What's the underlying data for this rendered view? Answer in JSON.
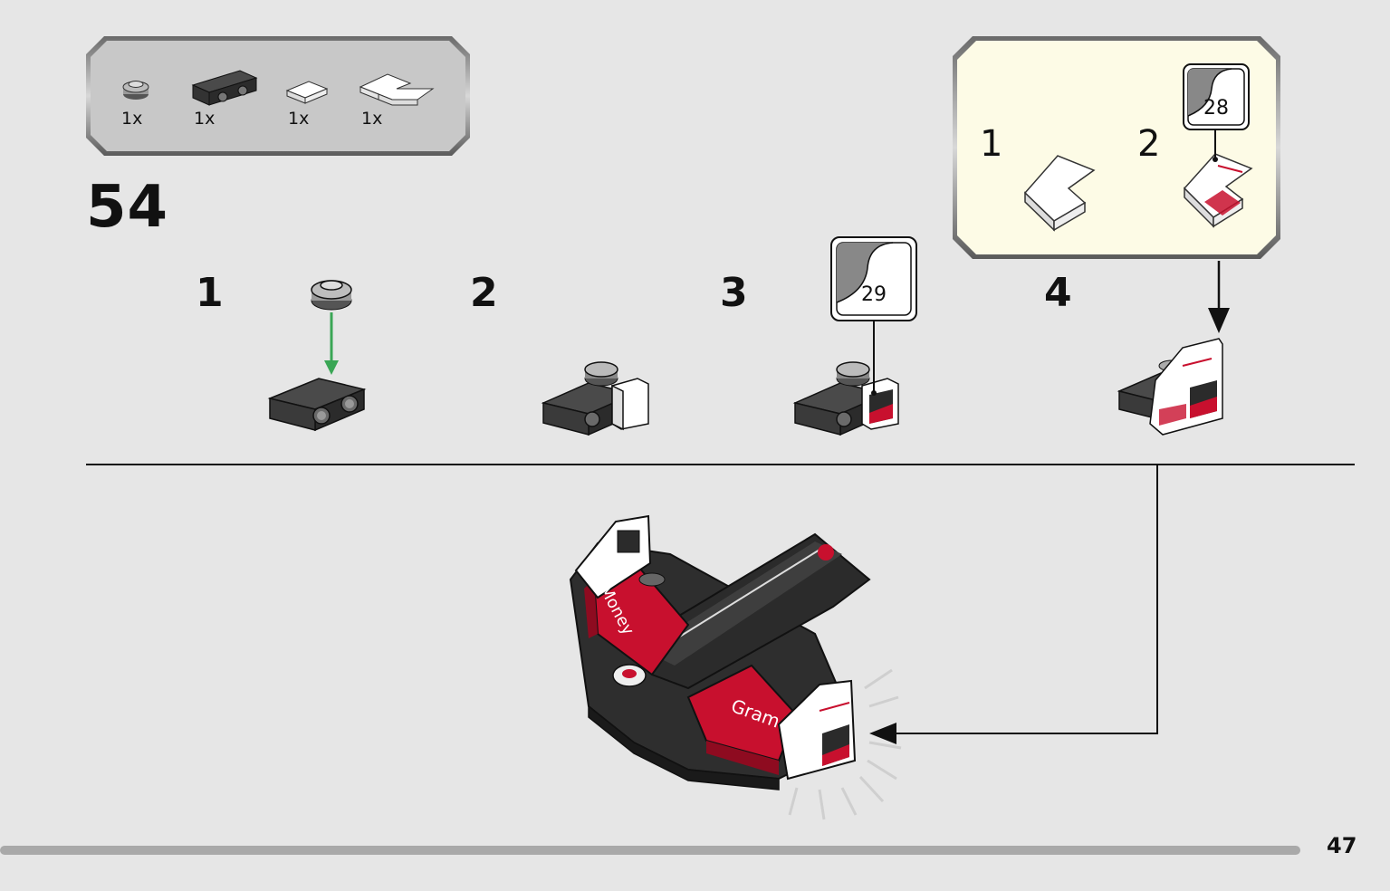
{
  "parts_list": {
    "items": [
      {
        "name": "round-plate-1x1-gray",
        "qty": "1x"
      },
      {
        "name": "bracket-plate-black",
        "qty": "1x"
      },
      {
        "name": "tile-1x1-white",
        "qty": "1x"
      },
      {
        "name": "corner-tile-white",
        "qty": "1x"
      }
    ]
  },
  "step": {
    "number": "54"
  },
  "substeps": [
    {
      "number": "1"
    },
    {
      "number": "2"
    },
    {
      "number": "3",
      "sticker": "29"
    },
    {
      "number": "4"
    }
  ],
  "callout": {
    "substeps": [
      {
        "number": "1"
      },
      {
        "number": "2",
        "sticker": "28"
      }
    ],
    "background": "#fdfbe6"
  },
  "model": {
    "decals": {
      "left_wing": "Money",
      "right_wing": "Gram"
    }
  },
  "page": {
    "number": "47"
  },
  "colors": {
    "background": "#e6e6e6",
    "panel": "#c8c8c8",
    "arrow_green": "#3aa655",
    "brick_dark": "#3a3a3a",
    "brick_red": "#c8102e"
  }
}
